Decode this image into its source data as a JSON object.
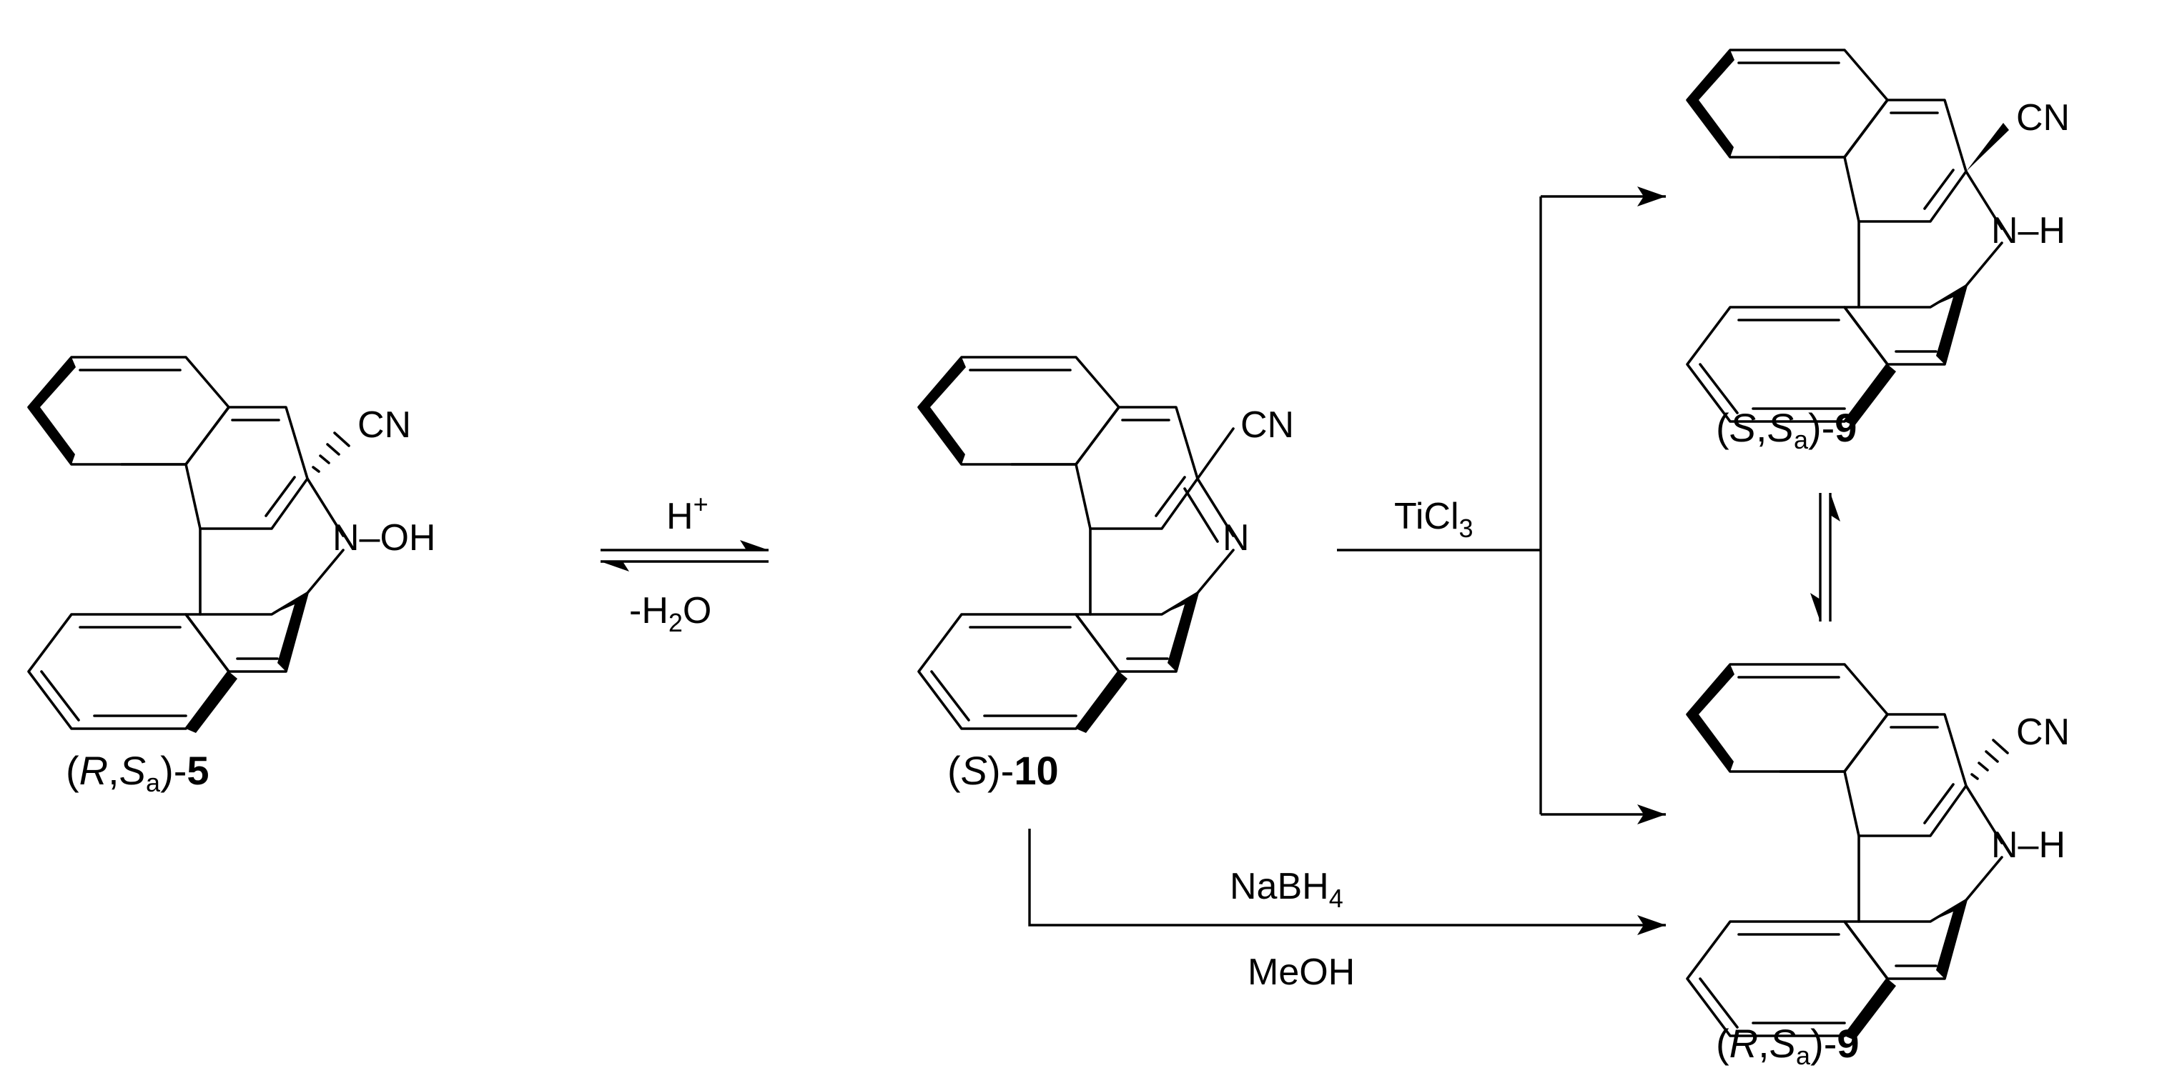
{
  "compounds": {
    "rs5": {
      "r": "R",
      "sep": ",",
      "s": "S",
      "sub": "a",
      "close": ")-",
      "num": "5"
    },
    "s10": {
      "s": "S",
      "close": ")-",
      "num": "10"
    },
    "ss9": {
      "s1": "S",
      "sep": ",",
      "s2": "S",
      "sub": "a",
      "close": ")-",
      "num": "9"
    },
    "rs9": {
      "r": "R",
      "sep": ",",
      "s": "S",
      "sub": "a",
      "close": ")-",
      "num": "9"
    }
  },
  "open_paren": "(",
  "atoms": {
    "cn": "CN",
    "n": "N",
    "n_oh": "N–OH",
    "n_h": "N–H"
  },
  "conditions": {
    "h_plus_base": "H",
    "h_plus_sup": "+",
    "minus_h2o_a": "-H",
    "minus_h2o_sub": "2",
    "minus_h2o_b": "O",
    "ticl_a": "TiCl",
    "ticl_sub": "3",
    "nabh_a": "NaBH",
    "nabh_sub": "4",
    "meoh": "MeOH"
  }
}
